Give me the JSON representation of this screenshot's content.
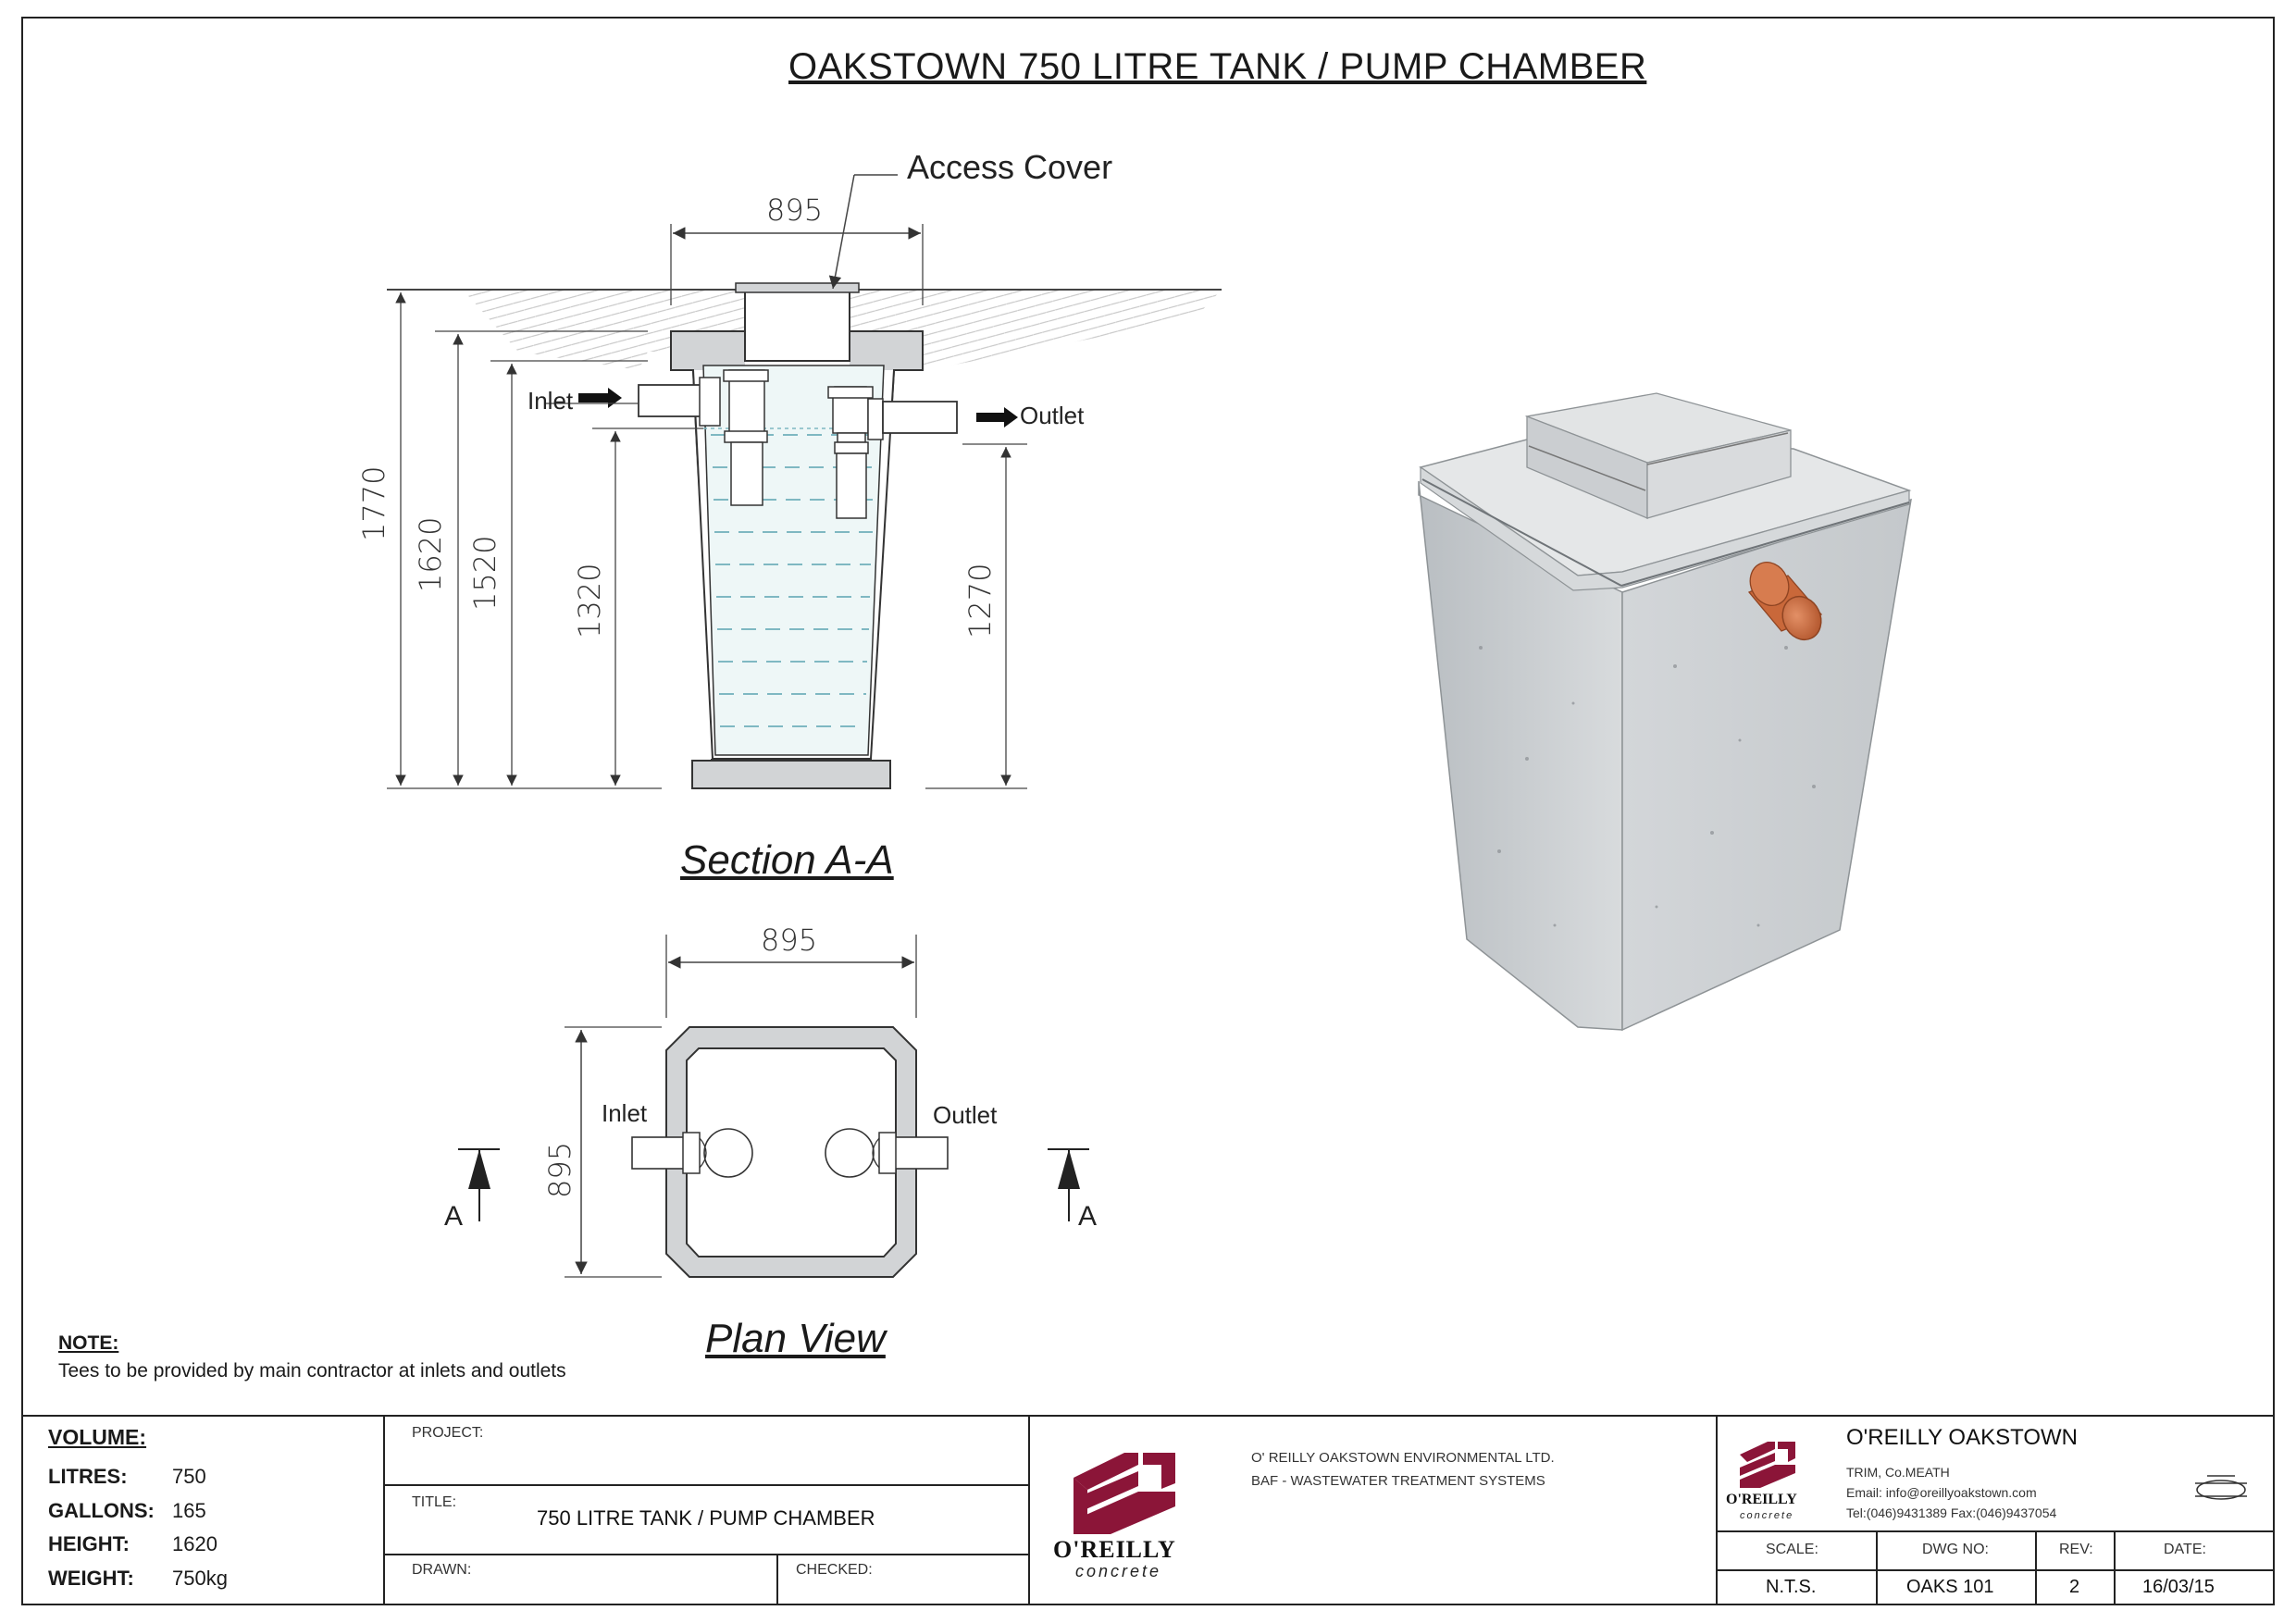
{
  "title": "OAKSTOWN 750 LITRE TANK / PUMP CHAMBER",
  "section": {
    "caption": "Section A-A",
    "access_cover_label": "Access Cover",
    "inlet_label": "Inlet",
    "outlet_label": "Outlet",
    "dim_width": "895",
    "dim_1770": "1770",
    "dim_1620": "1620",
    "dim_1520": "1520",
    "dim_1320": "1320",
    "dim_1270": "1270"
  },
  "plan": {
    "caption": "Plan View",
    "dim_width": "895",
    "dim_height": "895",
    "inlet_label": "Inlet",
    "outlet_label": "Outlet",
    "section_marker_left": "A",
    "section_marker_right": "A"
  },
  "note": {
    "heading": "NOTE:",
    "text": "Tees to be provided by main contractor at inlets and outlets"
  },
  "title_block": {
    "volume_heading": "VOLUME:",
    "litres_key": "LITRES:",
    "litres_val": "750",
    "gallons_key": "GALLONS:",
    "gallons_val": "165",
    "height_key": "HEIGHT:",
    "height_val": "1620",
    "weight_key": "WEIGHT:",
    "weight_val": "750kg",
    "project_label": "PROJECT:",
    "title_label": "TITLE:",
    "title_value": "750 LITRE TANK / PUMP CHAMBER",
    "drawn_label": "DRAWN:",
    "checked_label": "CHECKED:",
    "logo_text": "O'REILLY",
    "logo_sub": "concrete",
    "company_line1": "O' REILLY OAKSTOWN ENVIRONMENTAL LTD.",
    "company_line2": "BAF - WASTEWATER TREATMENT SYSTEMS",
    "firm_name": "O'REILLY OAKSTOWN",
    "firm_address": "TRIM, Co.MEATH",
    "firm_email": "Email: info@oreillyoakstown.com",
    "firm_phone": "Tel:(046)9431389  Fax:(046)9437054",
    "small_logo_text": "O'REILLY",
    "small_logo_sub": "concrete",
    "scale_label": "SCALE:",
    "scale_value": "N.T.S.",
    "dwg_label": "DWG NO:",
    "dwg_value": "OAKS 101",
    "rev_label": "REV:",
    "rev_value": "2",
    "date_label": "DATE:",
    "date_value": "16/03/15"
  },
  "colors": {
    "logo_red": "#8b1538",
    "concrete": "#cfd2d4",
    "water_dash": "#7fb8c2",
    "pipe_orange": "#c9683a"
  }
}
